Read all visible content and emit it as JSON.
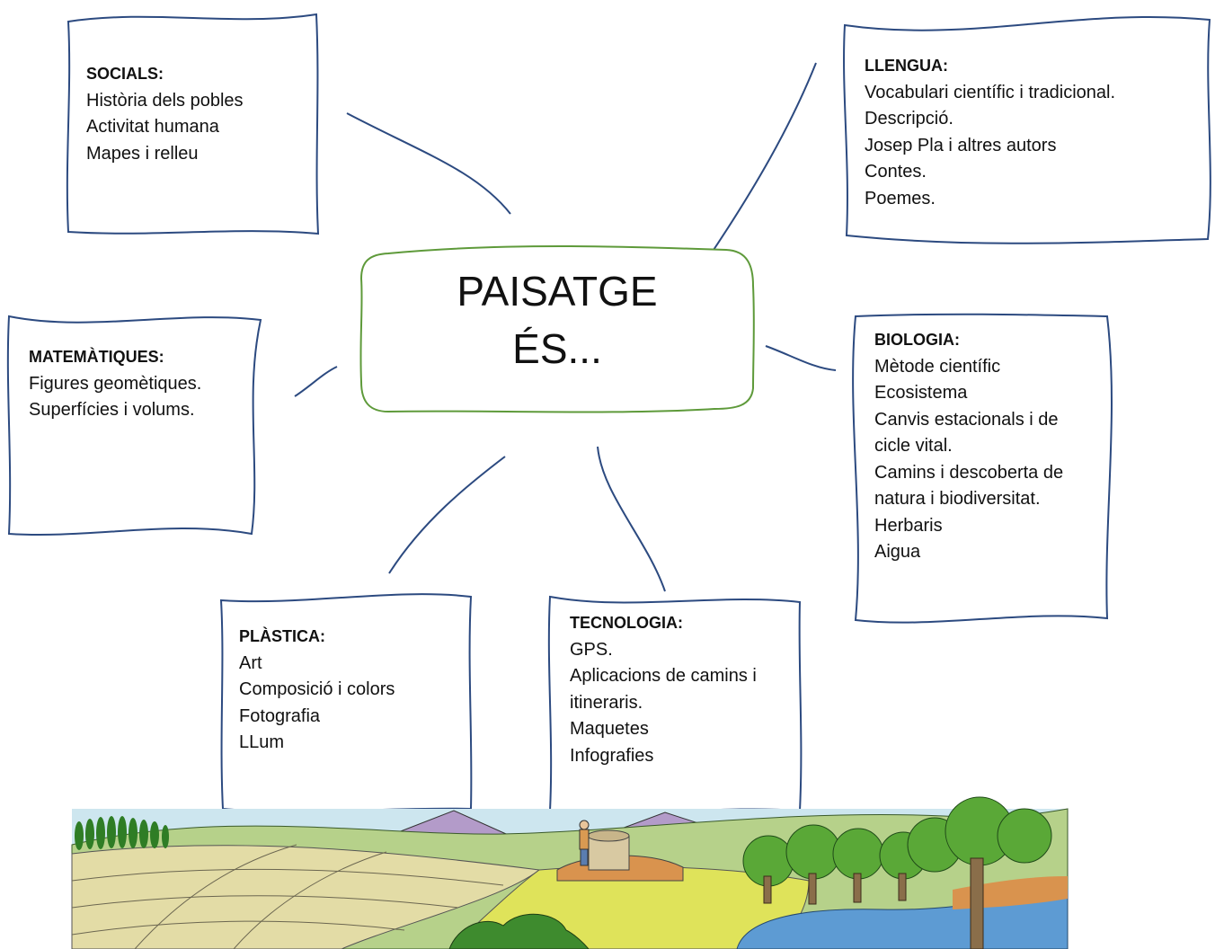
{
  "center": {
    "line1": "PAISATGE",
    "line2": "ÉS..."
  },
  "boxes": {
    "socials": {
      "title": "SOCIALS:",
      "items": [
        "Història dels pobles",
        "Activitat humana",
        "Mapes i relleu"
      ]
    },
    "llengua": {
      "title": "LLENGUA:",
      "items": [
        "Vocabulari científic i tradicional.",
        "Descripció.",
        "Josep Pla i altres autors",
        "Contes.",
        "Poemes."
      ]
    },
    "matematiques": {
      "title": "MATEMÀTIQUES:",
      "items": [
        "Figures geomètiques.",
        "Superfícies i volums."
      ]
    },
    "biologia": {
      "title": "BIOLOGIA:",
      "items": [
        "Mètode científic",
        "Ecosistema",
        "Canvis estacionals i de",
        "cicle vital.",
        "Camins i descoberta de",
        "natura i biodiversitat.",
        "Herbaris",
        "Aigua"
      ]
    },
    "plastica": {
      "title": "PLÀSTICA:",
      "items": [
        "Art",
        "Composició i colors",
        "Fotografia",
        "LLum"
      ]
    },
    "tecnologia": {
      "title": "TECNOLOGIA:",
      "items": [
        "GPS.",
        "Aplicacions de camins i",
        "itineraris.",
        "Maquetes",
        "Infografies"
      ]
    }
  },
  "colors": {
    "box_border": "#2c4a80",
    "connector": "#2c4a80",
    "center_border": "#5e9a3a",
    "sky": "#cde6ef",
    "field": "#e3dca6",
    "grass": "#9cc36a",
    "dark_tree": "#3e8b2e",
    "water": "#5d9bd3",
    "mountain": "#b39bc9"
  }
}
